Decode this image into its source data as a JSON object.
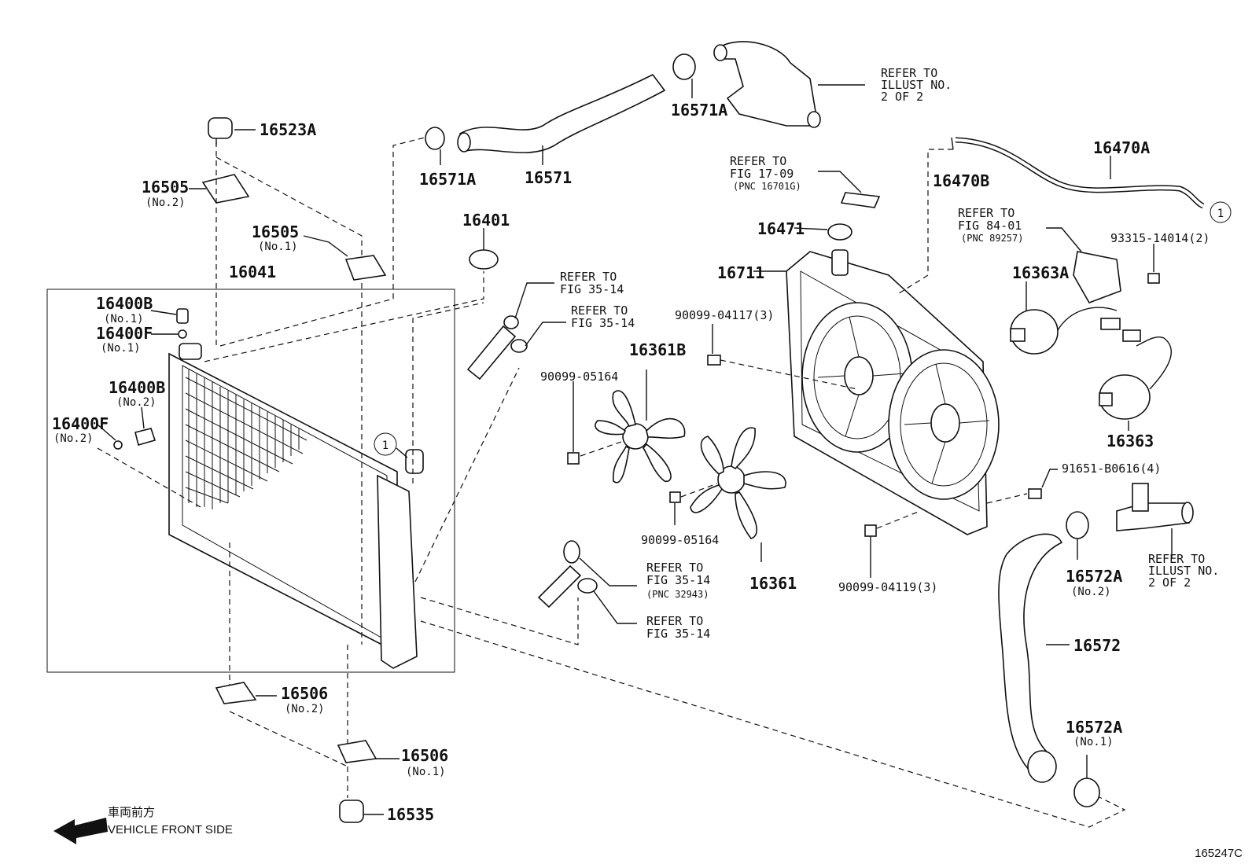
{
  "title": "",
  "diagram_code": "165247C",
  "parts": {
    "p16523A": "16523A",
    "p16505_2": "16505",
    "p16505_2_note": "(No.2)",
    "p16505_1": "16505",
    "p16505_1_note": "(No.1)",
    "p16041": "16041",
    "p16400B_1": "16400B",
    "p16400B_1_note": "(No.1)",
    "p16400F_1": "16400F",
    "p16400F_1_note": "(No.1)",
    "p16400B_2": "16400B",
    "p16400B_2_note": "(No.2)",
    "p16400F_2": "16400F",
    "p16400F_2_note": "(No.2)",
    "p16506_2": "16506",
    "p16506_2_note": "(No.2)",
    "p16506_1": "16506",
    "p16506_1_note": "(No.1)",
    "p16535": "16535",
    "p16571A_left": "16571A",
    "p16571": "16571",
    "p16571A_top": "16571A",
    "p16401": "16401",
    "p16361B": "16361B",
    "p90099_05164_a": "90099-05164",
    "p90099_05164_b": "90099-05164",
    "p16361": "16361",
    "p90099_04117": "90099-04117(3)",
    "p16711": "16711",
    "p16471": "16471",
    "p16470A": "16470A",
    "p16470B": "16470B",
    "p93315": "93315-14014(2)",
    "p16363A": "16363A",
    "p16363": "16363",
    "p91651": "91651-B0616(4)",
    "p90099_04119": "90099-04119(3)",
    "p16572A_2": "16572A",
    "p16572A_2_note": "(No.2)",
    "p16572": "16572",
    "p16572A_1": "16572A",
    "p16572A_1_note": "(No.1)"
  },
  "refs": {
    "illust_top": [
      "REFER TO",
      "ILLUST NO.",
      "2 OF 2"
    ],
    "fig1709": [
      "REFER TO",
      "FIG 17-09",
      "(PNC 16701G)"
    ],
    "fig8401": [
      "REFER TO",
      "FIG 84-01",
      "(PNC 89257)"
    ],
    "fig3514_a": [
      "REFER TO",
      "FIG 35-14"
    ],
    "fig3514_b": [
      "REFER TO",
      "FIG 35-14"
    ],
    "fig3514_c": [
      "REFER TO",
      "FIG 35-14",
      "(PNC 32943)"
    ],
    "fig3514_d": [
      "REFER TO",
      "FIG 35-14"
    ],
    "illust_bottom": [
      "REFER TO",
      "ILLUST NO.",
      "2 OF 2"
    ]
  },
  "markers": {
    "circle_one": "1"
  },
  "direction": {
    "jp": "車両前方",
    "en": "VEHICLE FRONT SIDE"
  }
}
